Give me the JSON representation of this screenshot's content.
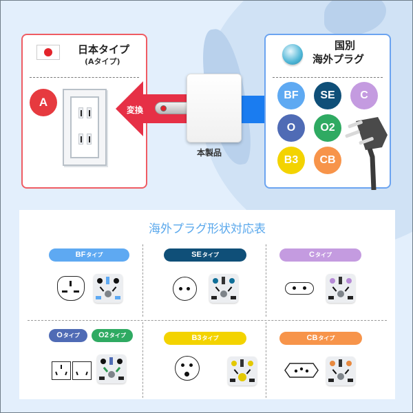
{
  "diagram": {
    "japan_panel": {
      "title": "日本タイプ",
      "subtitle": "(Aタイプ)",
      "badge": "A",
      "badge_color": "#e63a3f",
      "border_color": "#ef5b62"
    },
    "conversion": {
      "arrow_label": "変換",
      "arrow_color": "#e63046",
      "product_label": "本製品",
      "input_bar_color": "#1a7cf0"
    },
    "intl_panel": {
      "title_line1": "国別",
      "title_line2": "海外プラグ",
      "border_color": "#6aa3f0",
      "plug_badges": [
        {
          "label": "BF",
          "color": "#5ea9f2"
        },
        {
          "label": "SE",
          "color": "#0f4f78"
        },
        {
          "label": "C",
          "color": "#c49be0"
        },
        {
          "label": "O",
          "color": "#4f6bb5"
        },
        {
          "label": "O2",
          "color": "#2faa62"
        },
        {
          "label": "B3",
          "color": "#f3d300"
        },
        {
          "label": "CB",
          "color": "#f7944a"
        }
      ]
    }
  },
  "table": {
    "title": "海外プラグ形状対応表",
    "type_suffix": "タイプ",
    "cells": [
      {
        "pills": [
          {
            "label": "BF",
            "color": "#5ea9f2"
          }
        ],
        "accent": "#5ea9f2"
      },
      {
        "pills": [
          {
            "label": "SE",
            "color": "#0f4f78"
          }
        ],
        "accent": "#0f6f98"
      },
      {
        "pills": [
          {
            "label": "C",
            "color": "#c49be0"
          }
        ],
        "accent": "#b68ad6"
      },
      {
        "pills": [
          {
            "label": "O",
            "color": "#4f6bb5"
          },
          {
            "label": "O2",
            "color": "#2faa62"
          }
        ],
        "accent": "#2e9a52"
      },
      {
        "pills": [
          {
            "label": "B3",
            "color": "#f3d300"
          }
        ],
        "accent": "#e3c800"
      },
      {
        "pills": [
          {
            "label": "CB",
            "color": "#f7944a"
          }
        ],
        "accent": "#e8893f"
      }
    ]
  }
}
